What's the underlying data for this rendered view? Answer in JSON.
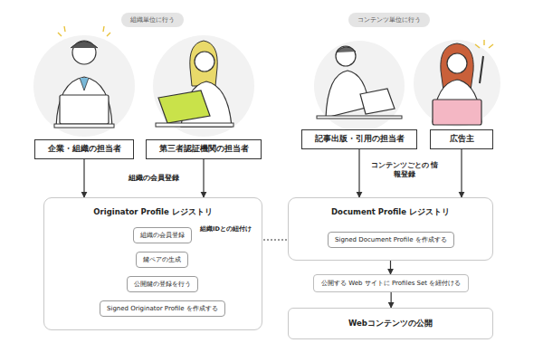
{
  "diagram": {
    "nodes": [
      {
        "text": [
          "組織単位に行う"
        ]
      },
      {
        "text": [
          "コンテンツ単位に行う"
        ]
      },
      {
        "text": [
          "企業・組織の担当者"
        ]
      },
      {
        "text": [
          "第三者認証機関の担当者"
        ]
      },
      {
        "text": [
          "Originator Profile レジストリ"
        ]
      },
      {
        "text": [
          "組織の会員登録"
        ],
        "in": 4
      },
      {
        "text": [
          "鍵ペアの生成"
        ],
        "in": 4
      },
      {
        "text": [
          "公開鍵の登録を行う"
        ],
        "in": 4
      },
      {
        "text": [
          "Signed Originator Profile を作成する"
        ],
        "in": 4
      },
      {
        "text": [
          "記事出版・引用の担当者"
        ]
      },
      {
        "text": [
          "広告主"
        ]
      },
      {
        "text": [
          "Document Profile レジストリ"
        ]
      },
      {
        "text": [
          "Signed Document Profile を作成する"
        ],
        "in": 11
      },
      {
        "text": [
          "公開する Web サイトに Profiles Set を紐付ける"
        ]
      },
      {
        "text": [
          "Webコンテンツの公開"
        ]
      }
    ],
    "edges": [
      {
        "from": 2,
        "to": 4,
        "arrow": "to"
      },
      {
        "from": 3,
        "to": 4,
        "arrow": "to"
      },
      {
        "from": 5,
        "to": 6,
        "arrow": "to"
      },
      {
        "from": 6,
        "to": 7,
        "arrow": "to"
      },
      {
        "from": 7,
        "to": 8,
        "arrow": "to"
      },
      {
        "from": 9,
        "to": 11,
        "arrow": "to"
      },
      {
        "from": 10,
        "to": 11,
        "arrow": "to"
      },
      {
        "from": 5,
        "to": 12,
        "label": "組織IDとの紐付け",
        "arrow": "to"
      },
      {
        "from": 11,
        "to": 13,
        "arrow": "to"
      },
      {
        "from": 13,
        "to": 14,
        "arrow": "to"
      }
    ],
    "labels": [
      "組織の会員登録",
      "コンテンツごとの 情報登録"
    ]
  }
}
